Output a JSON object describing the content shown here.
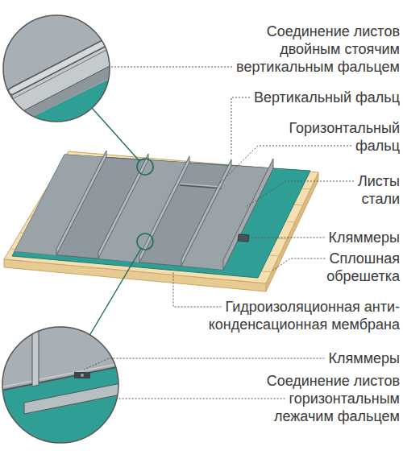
{
  "diagram": {
    "labels": [
      "Соединение листов двойным стоячим вертикальным фальцем",
      "Вертикальный фальц",
      "Горизонтальный фальц",
      "Листы стали",
      "Кляммеры",
      "Сплошная обрешетка",
      "Гидроизоляционная анти- конденсационная мембрана",
      "Кляммеры",
      "Соединение листов горизонтальным лежачим фальцем"
    ]
  }
}
